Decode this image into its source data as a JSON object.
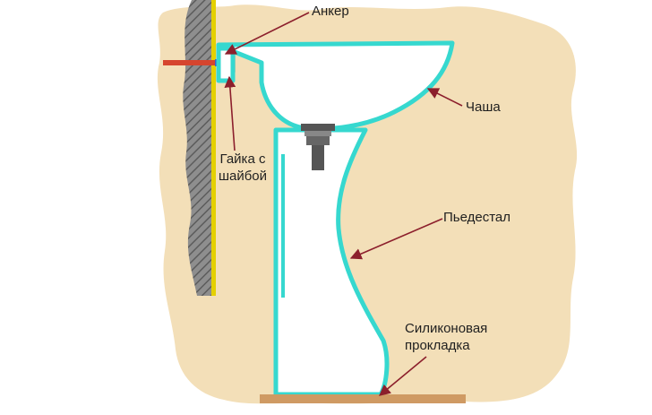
{
  "labels": {
    "anchor": "Анкер",
    "nut_washer": "Гайка с\nшайбой",
    "bowl": "Чаша",
    "pedestal": "Пьедестал",
    "gasket": "Силиконовая\nпрокладка"
  },
  "icons": {
    "wall": "wall-hatched",
    "anchor_bolt": "anchor-bolt",
    "drain": "drain-fitting"
  },
  "colors": {
    "background_blob": "#f3dfb8",
    "wall_hatch": "#7d7d7d",
    "wall_line": "#e4d000",
    "outline": "#36d8cf",
    "body_fill": "#ffffff",
    "bolt_red": "#d6452e",
    "bolt_blue": "#3a62c8",
    "floor": "#cf9a63",
    "arrow": "#8c1f2c",
    "text": "#1f1f1f"
  }
}
